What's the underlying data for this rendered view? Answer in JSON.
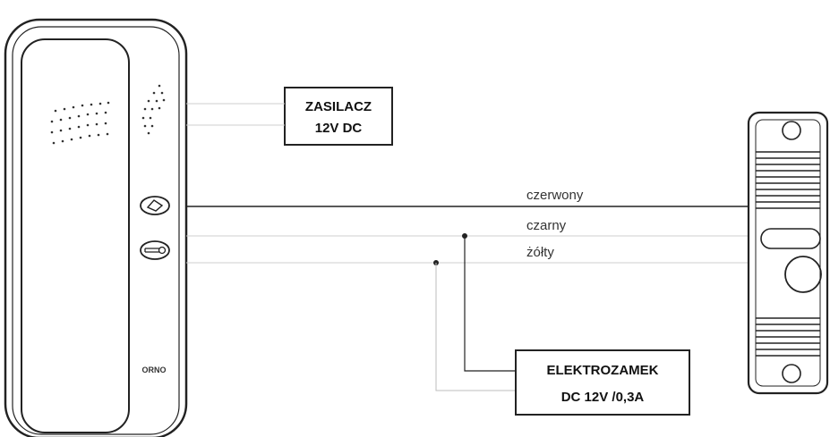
{
  "power_supply": {
    "line1": "ZASILACZ",
    "line2": "12V DC"
  },
  "wires": [
    {
      "label": "czerwony"
    },
    {
      "label": "czarny"
    },
    {
      "label": "żółty"
    }
  ],
  "lock_box": {
    "line1": "ELEKTROZAMEK",
    "line2": "DC 12V /0,3A"
  },
  "monitor": {
    "brand": "ORNO"
  },
  "colors": {
    "line": "#222222",
    "light_line": "#c8c8c8"
  }
}
